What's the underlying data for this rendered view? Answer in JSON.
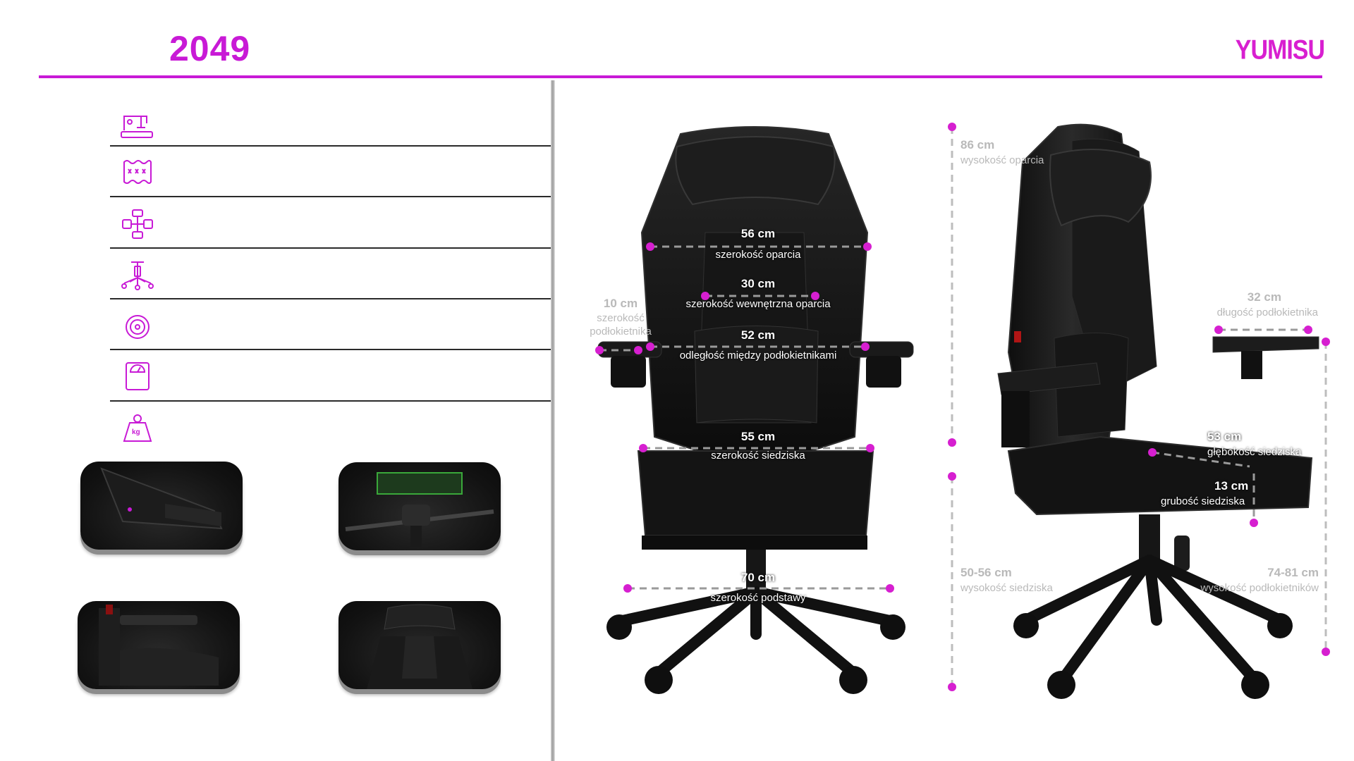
{
  "header": {
    "model": "2049",
    "brand": "YUMISU"
  },
  "specs": {
    "icons": [
      {
        "name": "sewing-machine-icon"
      },
      {
        "name": "foam-padding-icon"
      },
      {
        "name": "seat-mechanism-icon"
      },
      {
        "name": "chair-base-icon"
      },
      {
        "name": "wheel-caster-icon"
      },
      {
        "name": "weight-scale-icon"
      },
      {
        "name": "kg-weight-icon",
        "label": "kg"
      }
    ]
  },
  "measurements": {
    "backrest_width": {
      "value": "56 cm",
      "label": "szerokość oparcia"
    },
    "inner_backrest_width": {
      "value": "30 cm",
      "label": "szerokość wewnętrzna oparcia"
    },
    "armrest_width": {
      "value": "10 cm",
      "label_line1": "szerokość",
      "label_line2": "podłokietnika"
    },
    "armrest_distance": {
      "value": "52 cm",
      "label": "odległość między podłokietnikami"
    },
    "seat_width": {
      "value": "55 cm",
      "label": "szerokość siedziska"
    },
    "base_width": {
      "value": "70 cm",
      "label": "szerokość podstawy"
    },
    "backrest_height": {
      "value": "86 cm",
      "label": "wysokość oparcia"
    },
    "seat_height": {
      "value": "50-56 cm",
      "label": "wysokość siedziska"
    },
    "armrest_length": {
      "value": "32 cm",
      "label": "długość podłokietnika"
    },
    "seat_depth": {
      "value": "53 cm",
      "label": "głębokość siedziska"
    },
    "seat_thickness": {
      "value": "13 cm",
      "label": "grubość siedziska"
    },
    "armrest_height": {
      "value": "74-81 cm",
      "label": "wysokość podłokietników"
    }
  },
  "colors": {
    "accent": "#c81ad6",
    "chair": "#141414"
  }
}
